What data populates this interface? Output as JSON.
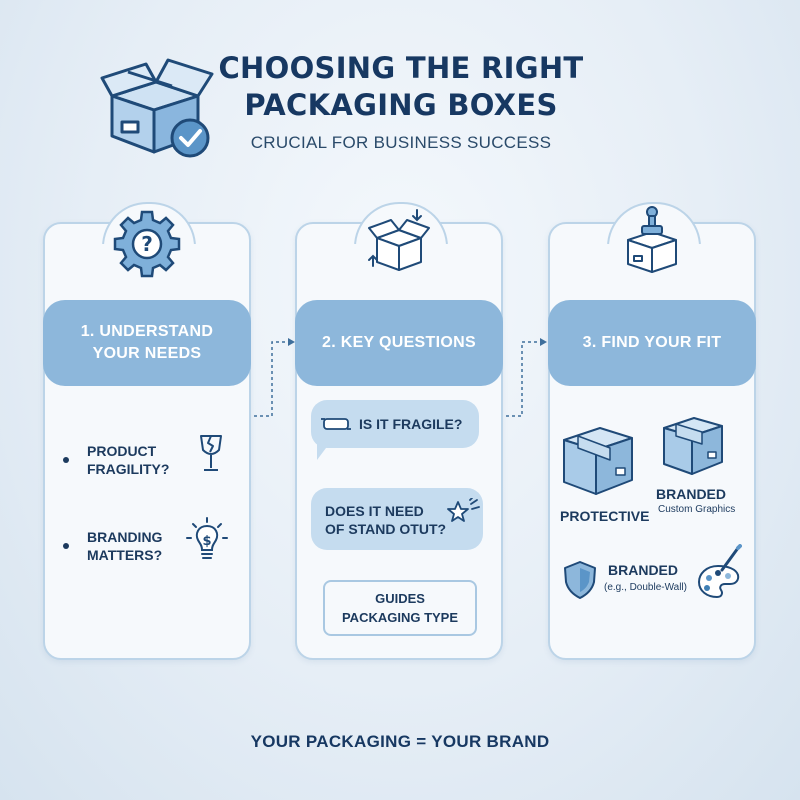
{
  "header": {
    "title_line1": "CHOOSING THE RIGHT",
    "title_line2": "PACKAGING BOXES",
    "subtitle": "CRUCIAL FOR BUSINESS SUCCESS",
    "icon": "open-box-check-icon"
  },
  "steps": [
    {
      "banner_line1": "1. UNDERSTAND",
      "banner_line2": "YOUR NEEDS",
      "icon": "gear-question-icon",
      "bullets": [
        {
          "line1": "PRODUCT",
          "line2": "FRAGILITY?",
          "icon": "broken-glass-icon"
        },
        {
          "line1": "BRANDING",
          "line2": "MATTERS?",
          "icon": "lightbulb-dollar-icon"
        }
      ]
    },
    {
      "banner": "2. KEY QUESTIONS",
      "icon": "box-arrows-icon",
      "questions": [
        {
          "text": "IS IT FRAGILE?",
          "icon": "bubble-wrap-icon"
        },
        {
          "line1": "DOES IT NEED",
          "line2": "OF STAND OTUT?",
          "icon": "sparkle-star-icon"
        }
      ],
      "guide_line1": "GUIDES",
      "guide_line2": "PACKAGING TYPE"
    },
    {
      "banner": "3. FIND YOUR FIT",
      "icon": "box-stamp-icon",
      "options": [
        {
          "label": "PROTECTIVE",
          "icon": "shipping-box-icon"
        },
        {
          "label": "BRANDED",
          "sublabel": "Custom Graphics",
          "icon": "branded-box-icon"
        },
        {
          "label": "BRANDED",
          "sublabel": "(e.g., Double-Wall)",
          "icon": "shield-icon",
          "icon2": "palette-icon"
        }
      ]
    }
  ],
  "footer": "YOUR PACKAGING = YOUR BRAND",
  "colors": {
    "navy": "#173862",
    "banner": "#8db7db",
    "bubble": "#c5dcef",
    "card_border": "#bcd4e8",
    "icon_blue": "#3f7fb5"
  }
}
